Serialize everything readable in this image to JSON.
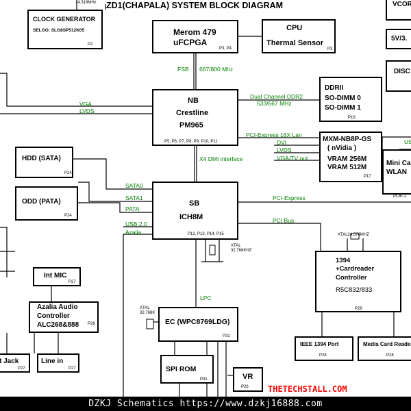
{
  "title": "ZD1(CHAPALA) SYSTEM BLOCK DIAGRAM",
  "top_freq": "14.318MHz",
  "blocks": {
    "clock": {
      "name": "CLOCK GENERATOR",
      "part": "SELGO: SLG8SP512K05",
      "page": "P2"
    },
    "cpu": {
      "line1": "Merom 479",
      "line2": "uFCPGA",
      "page": "P3, P4"
    },
    "thermal": {
      "line1": "CPU",
      "line2": "Thermal Sensor",
      "page": "P3"
    },
    "nb": {
      "line1": "NB",
      "line2": "Crestline",
      "line3": "PM965",
      "page": "P5, P6, P7, P8, P9, P10, P11"
    },
    "ddr": {
      "line1": "DDRII",
      "line2": "SO-DIMM 0",
      "line3": "SO-DIMM 1",
      "page": "P16"
    },
    "gpu": {
      "line1": "MXM-NB8P-GS",
      "line2": "( nVidia )",
      "line3": "VRAM 256M",
      "line4": "VRAM 512M",
      "page": "P17"
    },
    "hdd": {
      "name": "HDD (SATA)",
      "page": "P24"
    },
    "odd": {
      "name": "ODD (PATA)",
      "page": "P24"
    },
    "sb": {
      "line1": "SB",
      "line2": "ICH8M",
      "page": "P12, P13, P14, P15"
    },
    "cardreader": {
      "line1": "1394",
      "line2": "+Cardreader",
      "line3": "Controller",
      "line4": "R5C832/833",
      "page": "P28"
    },
    "ieee": {
      "name": "IEEE 1394 Port",
      "page": "P28"
    },
    "media": {
      "name": "Media Card Reader",
      "page": "P28"
    },
    "mic": {
      "name": "Int MIC",
      "page": "P27"
    },
    "audio": {
      "line1": "Azalia Audio",
      "line2": "Controller",
      "line3": "ALC268&888",
      "page": "P26"
    },
    "jack": {
      "name": "t Jack",
      "page": "P27"
    },
    "linein": {
      "name": "Line in",
      "page": "P27"
    },
    "ec": {
      "name": "EC (WPC8769LDG)",
      "page": "P31"
    },
    "spirom": {
      "name": "SPI ROM",
      "page": "P31"
    },
    "vr": {
      "name": "VR",
      "page": "P26"
    },
    "vcore": {
      "name": "VCOR"
    },
    "v5": {
      "name": "5V/3."
    },
    "disc": {
      "name": "DISC"
    },
    "minicard": {
      "line1": "Mini Ca",
      "line2": "WLAN"
    }
  },
  "signals": {
    "fsb": "FSB",
    "fsb_speed": "667/800 Mhz",
    "vga": "VGA",
    "lvds": "LVDS",
    "ddr_bus": "Dual Channel DDR2",
    "ddr_speed": "533/667 MHz",
    "pcie16": "PCI-Express 16X Lan",
    "dvi": "DVI",
    "gpu_lvds": "LVDS",
    "vga_tv": "VGA/TV out",
    "dmi": "X4 DMI interface",
    "sata0": "SATA0",
    "sata1": "SATA1",
    "pata": "PATA",
    "usb": "USB 2.0",
    "azalia": "Azalia",
    "pcie": "PCI-Express",
    "pcie2": "PCIE-2",
    "us": "US",
    "pcibus": "PCI Bus",
    "lpc": "LPC"
  },
  "crystals": {
    "sb": {
      "label": "XTAL",
      "freq": "32.768KHZ"
    },
    "cardreader": {
      "label": "XTAL24.576MHZ"
    },
    "ec": {
      "label": "XTAL",
      "freq": "32.768K"
    }
  },
  "watermark": "THETECHSTALL.COM",
  "footer": "DZKJ Schematics https://www.dzkj16888.com"
}
